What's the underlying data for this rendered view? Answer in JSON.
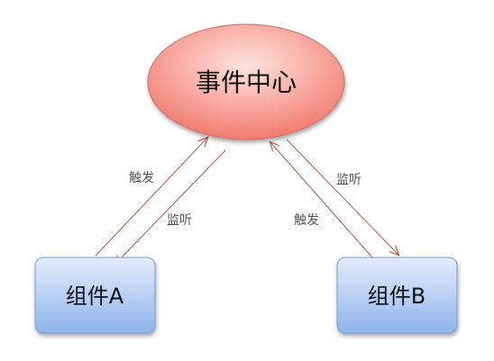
{
  "nodes": {
    "center": {
      "label": "事件中心"
    },
    "component_a": {
      "label": "组件A"
    },
    "component_b": {
      "label": "组件B"
    }
  },
  "edges": {
    "a_trigger": {
      "label": "触发"
    },
    "a_listen": {
      "label": "监听"
    },
    "b_listen": {
      "label": "监听"
    },
    "b_trigger": {
      "label": "触发"
    }
  },
  "colors": {
    "ellipse_fill_top": "#fdd2cc",
    "ellipse_fill_bottom": "#f3837a",
    "ellipse_stroke": "#c8706a",
    "box_fill_top": "#d6e5fb",
    "box_fill_bottom": "#91b5ee",
    "box_stroke": "#7a9fd2",
    "arrow": "#b85a4a"
  }
}
